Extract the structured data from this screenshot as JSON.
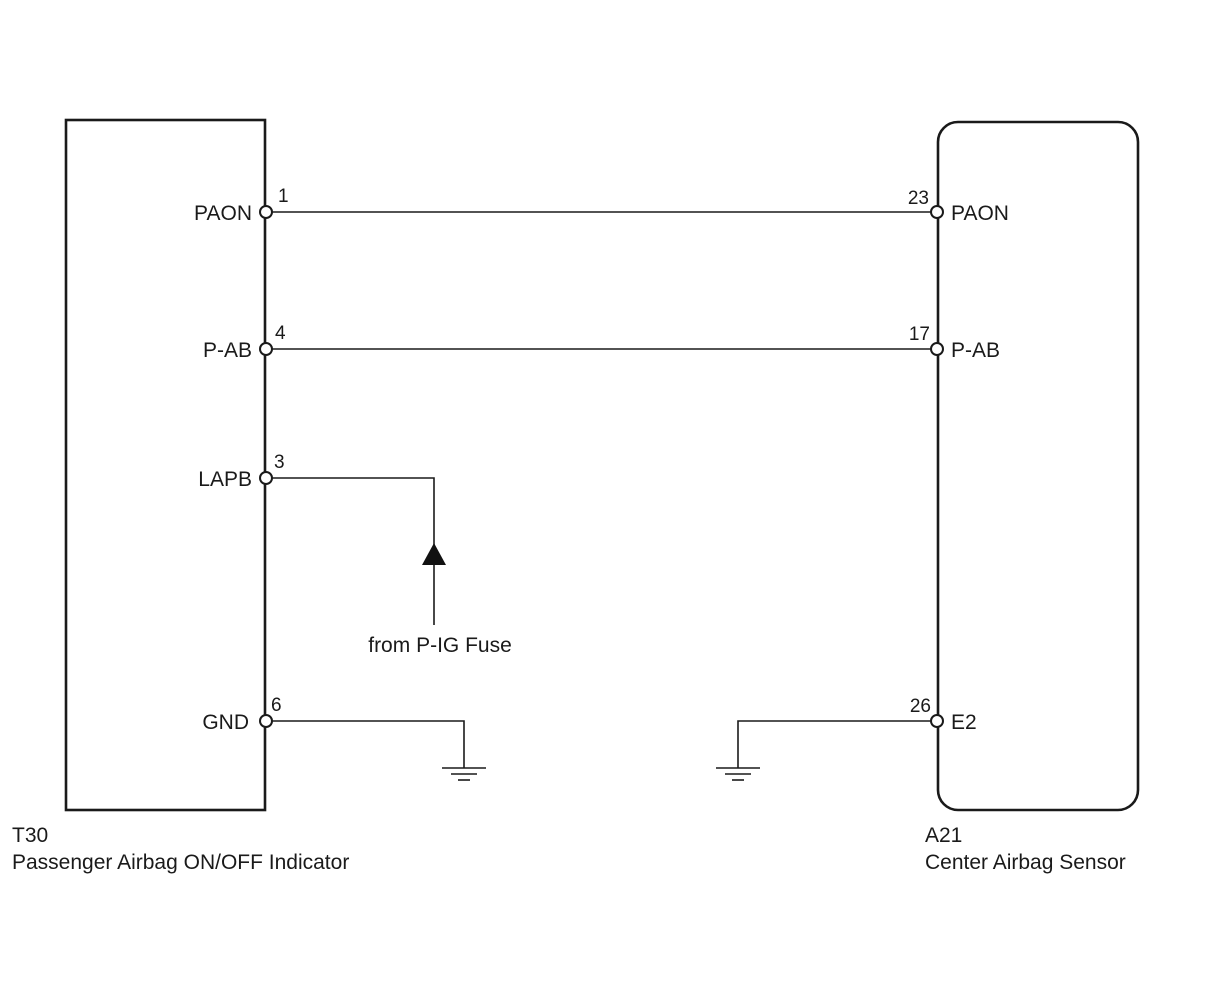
{
  "left_component": {
    "code": "T30",
    "name": "Passenger Airbag ON/OFF Indicator",
    "pins": [
      {
        "label": "PAON",
        "number": "1"
      },
      {
        "label": "P-AB",
        "number": "4"
      },
      {
        "label": "LAPB",
        "number": "3"
      },
      {
        "label": "GND",
        "number": "6"
      }
    ]
  },
  "right_component": {
    "code": "A21",
    "name": "Center Airbag Sensor",
    "pins": [
      {
        "label": "PAON",
        "number": "23"
      },
      {
        "label": "P-AB",
        "number": "17"
      },
      {
        "label": "E2",
        "number": "26"
      }
    ]
  },
  "power_source": {
    "label": "from P-IG Fuse"
  },
  "connections": [
    {
      "from": "T30 1 PAON",
      "to": "A21 23 PAON"
    },
    {
      "from": "T30 4 P-AB",
      "to": "A21 17 P-AB"
    },
    {
      "from": "T30 3 LAPB",
      "to": "from P-IG Fuse"
    },
    {
      "from": "T30 6 GND",
      "to": "ground"
    },
    {
      "from": "A21 26 E2",
      "to": "ground"
    }
  ]
}
